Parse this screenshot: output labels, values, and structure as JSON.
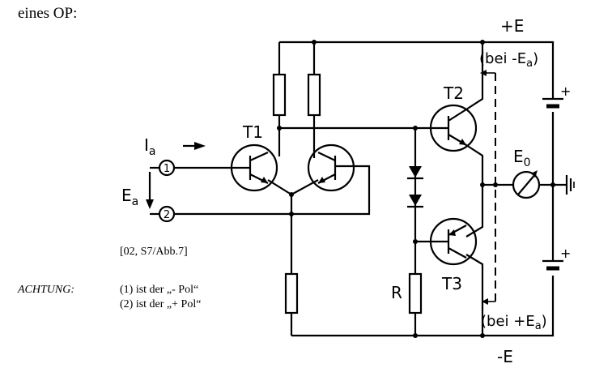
{
  "heading": "eines OP:",
  "reference": "[02, S7/Abb.7]",
  "warning": {
    "label": "ACHTUNG:",
    "line1": "(1) ist der „- Pol“",
    "line2": "(2) ist der „+ Pol“"
  },
  "circuit": {
    "supply_pos": "+E",
    "supply_neg": "-E",
    "note_top": "(bei -E",
    "note_top_sub": "a",
    "note_top_close": ")",
    "note_bottom": "(bei +E",
    "note_bottom_sub": "a",
    "note_bottom_close": ")",
    "current_label": "I",
    "current_sub": "a",
    "voltage_label": "E",
    "voltage_sub": "a",
    "meter_label": "E",
    "meter_sub": "0",
    "transistor_1": "T1",
    "transistor_2": "T2",
    "transistor_3": "T3",
    "resistor_label": "R",
    "terminal_1": "1",
    "terminal_2": "2",
    "battery_plus": "+"
  }
}
